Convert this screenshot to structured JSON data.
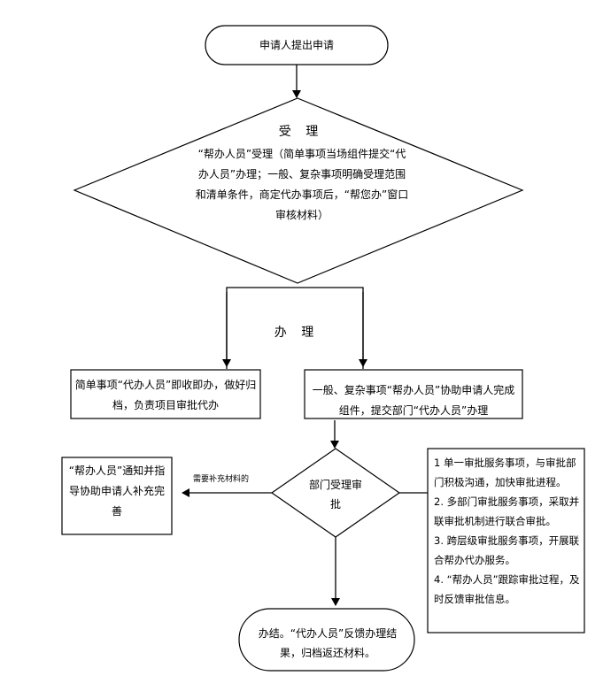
{
  "flow": {
    "start": "申请人提出申请",
    "accept_title": "受 理",
    "accept_desc": "“帮办人员”受理（简单事项当场组件提交“代办人员”办理；一般、复杂事项明确受理范围和清单条件，商定代办事项后，“帮您办”窗口审核材料）",
    "handle_title": "办 理",
    "simple_item": "简单事项“代办人员”即收即办，做好归档，负责项目审批代办",
    "complex_item": "一般、复杂事项“帮办人员”协助申请人完成组件，提交部门“代办人员”办理",
    "dept_review": "部门受理审批",
    "supplement_label": "需要补充材料的",
    "notify": "“帮办人员”通知并指导协助申请人补充完善",
    "notes": [
      "1 单一审批服务事项，与审批部门积极沟通，加快审批进程。",
      "2. 多部门审批服务事项，采取并联审批机制进行联合审批。",
      "3. 跨层级审批服务事项，开展联合帮办代办服务。",
      "4. “帮办人员”跟踪审批过程，及时反馈审批信息。"
    ],
    "finish": "办结。“代办人员”反馈办理结果，归档返还材料。"
  }
}
